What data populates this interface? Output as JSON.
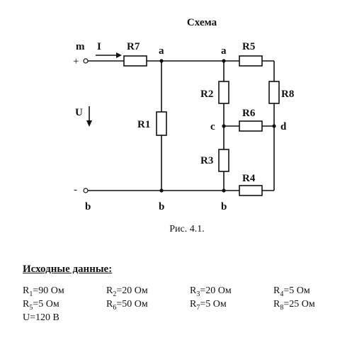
{
  "diagram": {
    "title": "Схема",
    "caption": "Рис. 4.1.",
    "nodes": {
      "m": "m",
      "plus": "+",
      "minus": "-",
      "b_left": "b",
      "a_r7": "a",
      "a_top": "a",
      "b_mid": "b",
      "b_right": "b",
      "c": "c",
      "d": "d"
    },
    "current_label": "I",
    "voltage_label": "U",
    "resistors": {
      "r1": "R1",
      "r2": "R2",
      "r3": "R3",
      "r4": "R4",
      "r5": "R5",
      "r6": "R6",
      "r7": "R7",
      "r8": "R8"
    }
  },
  "params": {
    "heading": "Исходные данные",
    "heading_suffix": ":",
    "items": [
      {
        "sym": "R",
        "sub": "1",
        "val": "=90 Ом"
      },
      {
        "sym": "R",
        "sub": "2",
        "val": "=20 Ом"
      },
      {
        "sym": "R",
        "sub": "3",
        "val": "=20 Ом"
      },
      {
        "sym": "R",
        "sub": "4",
        "val": "=5 Ом"
      },
      {
        "sym": "R",
        "sub": "5",
        "val": "=5 Ом"
      },
      {
        "sym": "R",
        "sub": "6",
        "val": "=50 Ом"
      },
      {
        "sym": "R",
        "sub": "7",
        "val": "=5 Ом"
      },
      {
        "sym": "R",
        "sub": "8",
        "val": "=25 Ом"
      },
      {
        "sym": "U",
        "sub": "",
        "val": "=120 В"
      }
    ]
  }
}
